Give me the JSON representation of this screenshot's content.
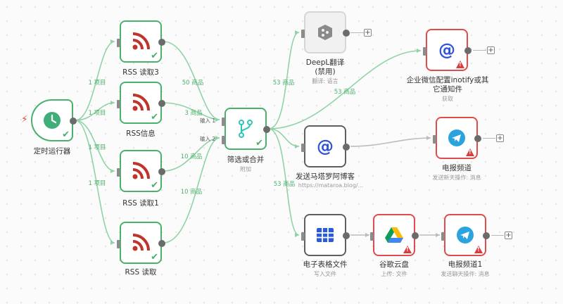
{
  "nodes": {
    "trigger": {
      "label": "定时运行器"
    },
    "rss3": {
      "label": "RSS 读取3"
    },
    "rss_info": {
      "label": "RSS信息"
    },
    "rss1": {
      "label": "RSS 读取1"
    },
    "rss": {
      "label": "RSS 读取"
    },
    "filter": {
      "label": "筛选或合并",
      "sub": "附加",
      "input1": "输入 1",
      "input2": "输入 2"
    },
    "deepl": {
      "label_line1": "DeepL翻译",
      "label_line2": "(禁用)",
      "sub": "翻译: 语言"
    },
    "wecom": {
      "label_line1": "企业微信配置inotify或其",
      "label_line2": "它通知件",
      "sub": "获取"
    },
    "mataroa": {
      "label": "发送马塔罗阿博客",
      "sub": "https://mataroa.blog/..."
    },
    "telegram": {
      "label": "电报频道",
      "sub": "发送新天操作: 消息"
    },
    "sheet": {
      "label": "电子表格文件",
      "sub": "写入文件"
    },
    "gdrive": {
      "label": "谷歌云盘",
      "sub": "上传: 文件"
    },
    "telegram1": {
      "label": "电报频道1",
      "sub": "发送聊天操作: 消息"
    }
  },
  "edges": {
    "trig_rss3": "1 项目",
    "trig_rssinfo": "1 项目",
    "trig_rss1": "1 项目",
    "trig_rss": "1 项目",
    "rss3_filter": "50 商品",
    "rssinfo_filter": "3 商品",
    "rss1_filter": "10 商品",
    "rss_filter": "10 商品",
    "filter_deepl": "53 商品",
    "filter_wecom": "53 商品",
    "filter_sheet": "53 商品"
  },
  "add_symbol": "+",
  "colors": {
    "success": "#49b16b",
    "error": "#e04b4b",
    "rss": "#c0352b",
    "telegram": "#2aa3df",
    "wecom": "#2d55d6",
    "sheet": "#2d5bd6"
  }
}
